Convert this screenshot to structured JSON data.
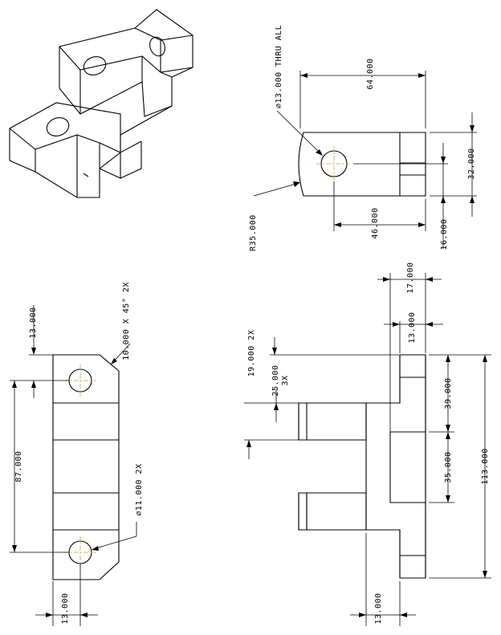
{
  "drawing": {
    "iso_view": {},
    "right_view": {
      "hole_note": "⌀13.000 THRU ALL",
      "dim_64": "64.000",
      "dim_32": "32.000",
      "dim_46": "46.000",
      "dim_16": "16.000",
      "radius": "R35.000"
    },
    "top_view": {
      "chamfer": "10.000 X 45° 2X",
      "dim_13_top": "13.000",
      "dim_87": "87.000",
      "hole_note": "⌀11.000 2X",
      "dim_13_bottom": "13.000"
    },
    "front_view": {
      "dim_19": "19.000 2X",
      "dim_25": "25.000",
      "dim_25_count": "3X",
      "dim_17": "17.000",
      "dim_13_right": "13.000",
      "dim_39": "39.000",
      "dim_35": "35.000",
      "dim_113": "113.000",
      "dim_13_bottom": "13.000"
    }
  }
}
